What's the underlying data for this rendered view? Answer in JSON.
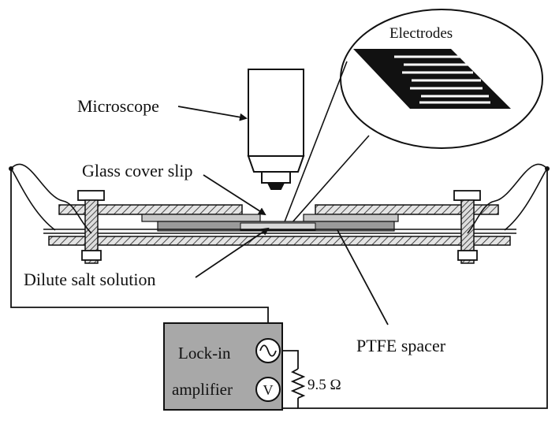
{
  "labels": {
    "microscope": "Microscope",
    "glass_cover_slip": "Glass cover slip",
    "electrodes": "Electrodes",
    "dilute_salt_solution": "Dilute salt solution",
    "ptfe_spacer": "PTFE spacer",
    "lockin_line1": "Lock-in",
    "lockin_line2": "amplifier",
    "resistor_value": "9.5 Ω",
    "voltmeter_symbol": "V"
  },
  "colors": {
    "ink": "#111111",
    "hatch_fill": "#dcdcdc",
    "spacer_fill": "#9a9a9a",
    "sample_fill": "#c8c8c8",
    "amplifier_fill": "#a8a8a8"
  },
  "icons": {
    "ac_source": "ac-source-icon",
    "voltmeter": "voltmeter-icon",
    "resistor": "resistor-icon"
  }
}
